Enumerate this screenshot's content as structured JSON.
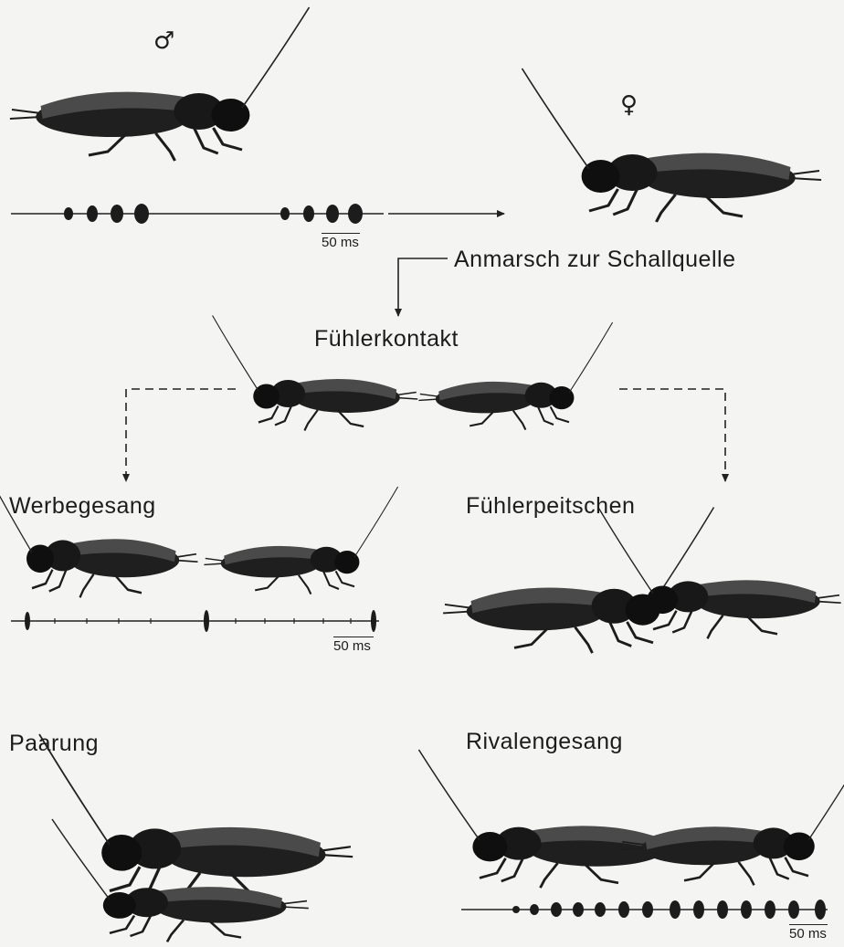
{
  "symbols": {
    "male": "♂",
    "female": "♀"
  },
  "labels": {
    "approach": "Anmarsch zur Schallquelle",
    "antenna_contact": "Fühlerkontakt",
    "courtship_song": "Werbegesang",
    "antenna_whipping": "Fühlerpeitschen",
    "mating": "Paarung",
    "rival_song": "Rivalengesang"
  },
  "scale_bars": {
    "calling_song": "50 ms",
    "courtship_song": "50 ms",
    "rival_song": "50 ms"
  },
  "colors": {
    "ink": "#1c1c1c",
    "background": "#f4f4f2",
    "wing": "#4a4a4a"
  }
}
